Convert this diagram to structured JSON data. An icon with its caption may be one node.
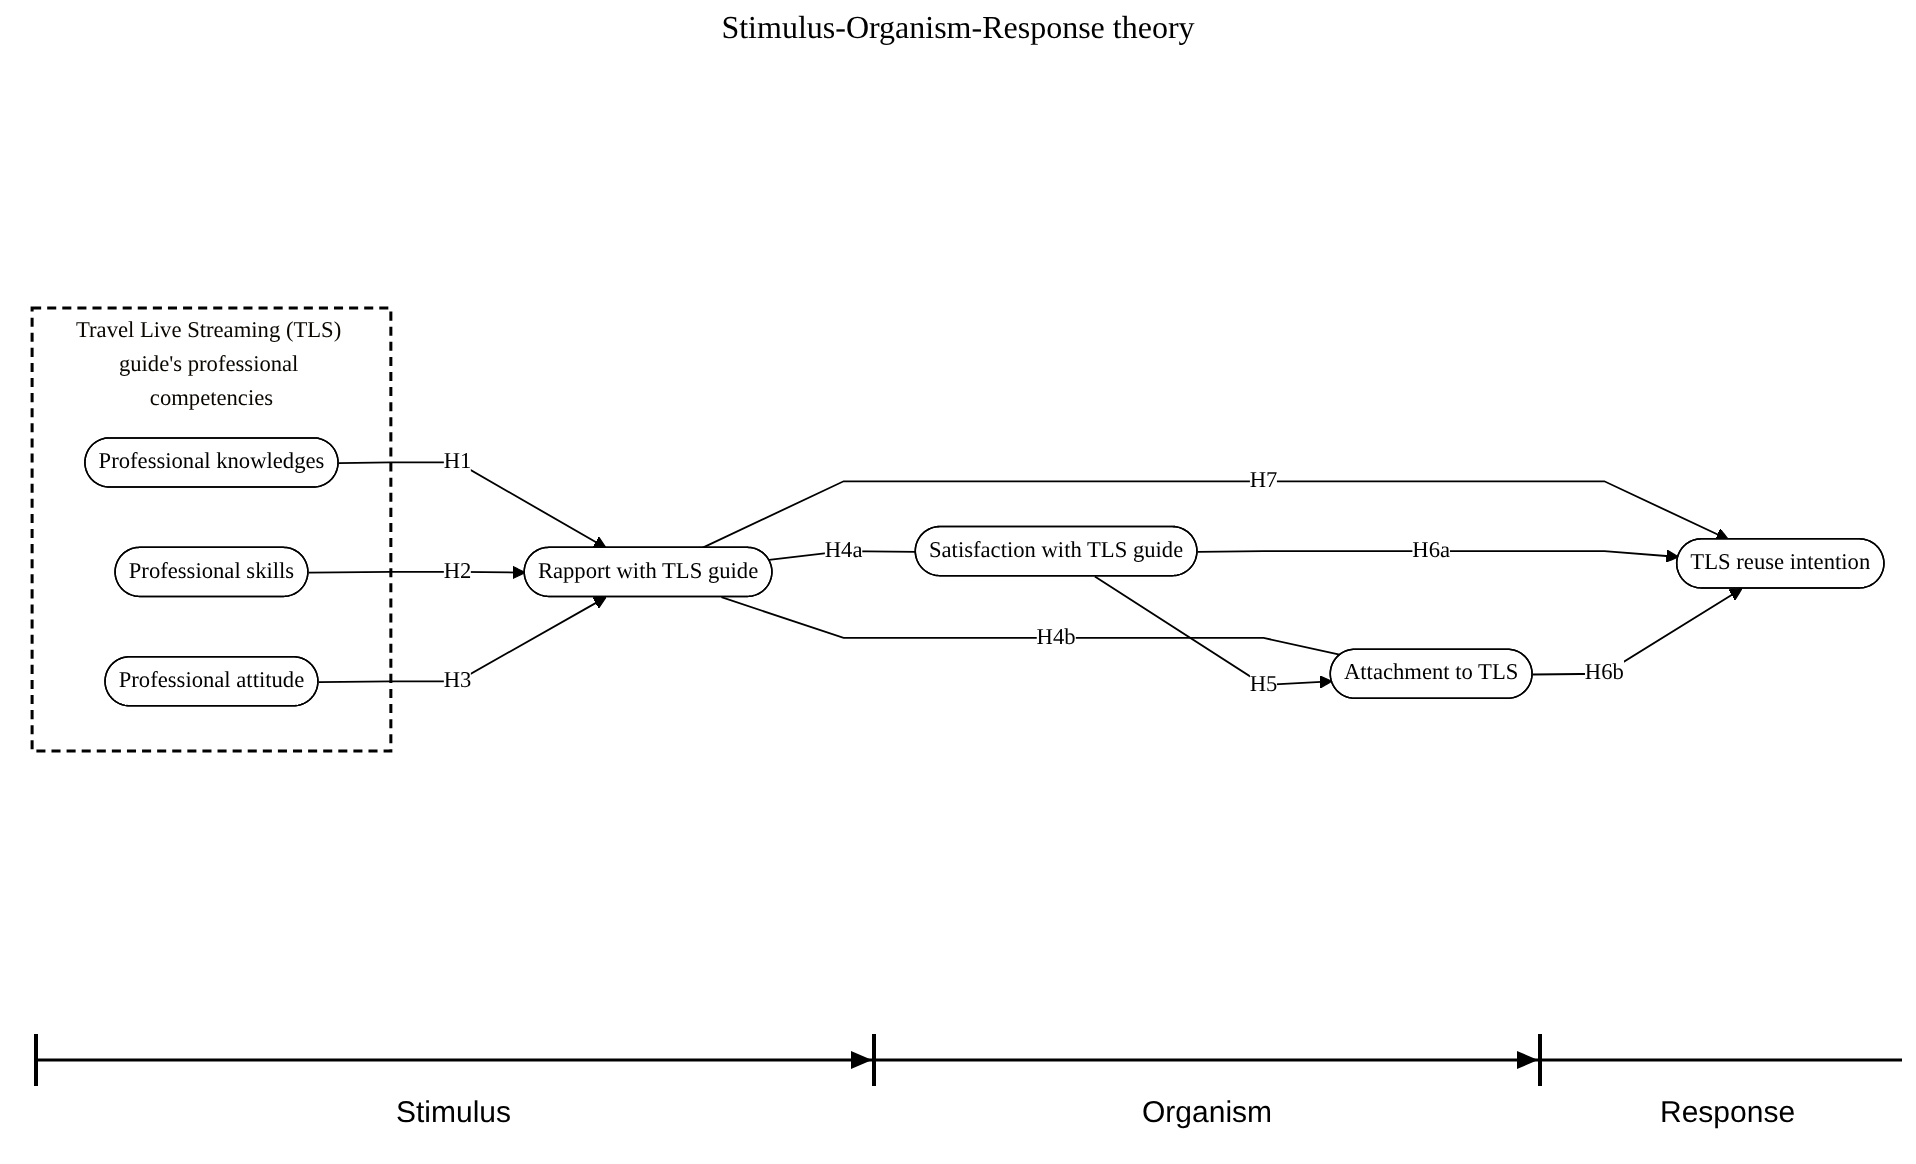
{
  "diagram": {
    "title": "Stimulus-Organism-Response theory",
    "nodes": [
      {
        "text": [
          "Travel Live Streaming (TLS) guide's professional competencies"
        ]
      },
      {
        "text": [
          "Professional knowledges"
        ],
        "in": 0
      },
      {
        "text": [
          "Professional skills"
        ],
        "in": 0
      },
      {
        "text": [
          "Professional attitude"
        ],
        "in": 0
      },
      {
        "text": [
          "Rapport with TLS guide"
        ]
      },
      {
        "text": [
          "Satisfaction with TLS guide"
        ]
      },
      {
        "text": [
          "Attachment to TLS"
        ]
      },
      {
        "text": [
          "TLS reuse intention"
        ]
      }
    ],
    "edges": [
      {
        "from": 1,
        "to": 4,
        "arrow": "to",
        "label": "H1"
      },
      {
        "from": 2,
        "to": 4,
        "arrow": "to",
        "label": "H2"
      },
      {
        "from": 3,
        "to": 4,
        "arrow": "to",
        "label": "H3"
      },
      {
        "from": 4,
        "to": 5,
        "arrow": "none",
        "label": "H4a"
      },
      {
        "from": 4,
        "to": 6,
        "arrow": "none",
        "label": "H4b"
      },
      {
        "from": 5,
        "to": 6,
        "arrow": "to",
        "label": "H5"
      },
      {
        "from": 4,
        "to": 7,
        "arrow": "to",
        "label": "H7"
      },
      {
        "from": 5,
        "to": 7,
        "arrow": "to",
        "label": "H6a"
      },
      {
        "from": 6,
        "to": 7,
        "arrow": "to",
        "label": "H6b"
      }
    ],
    "labels": [
      "Stimulus",
      "Organism",
      "Response"
    ]
  }
}
